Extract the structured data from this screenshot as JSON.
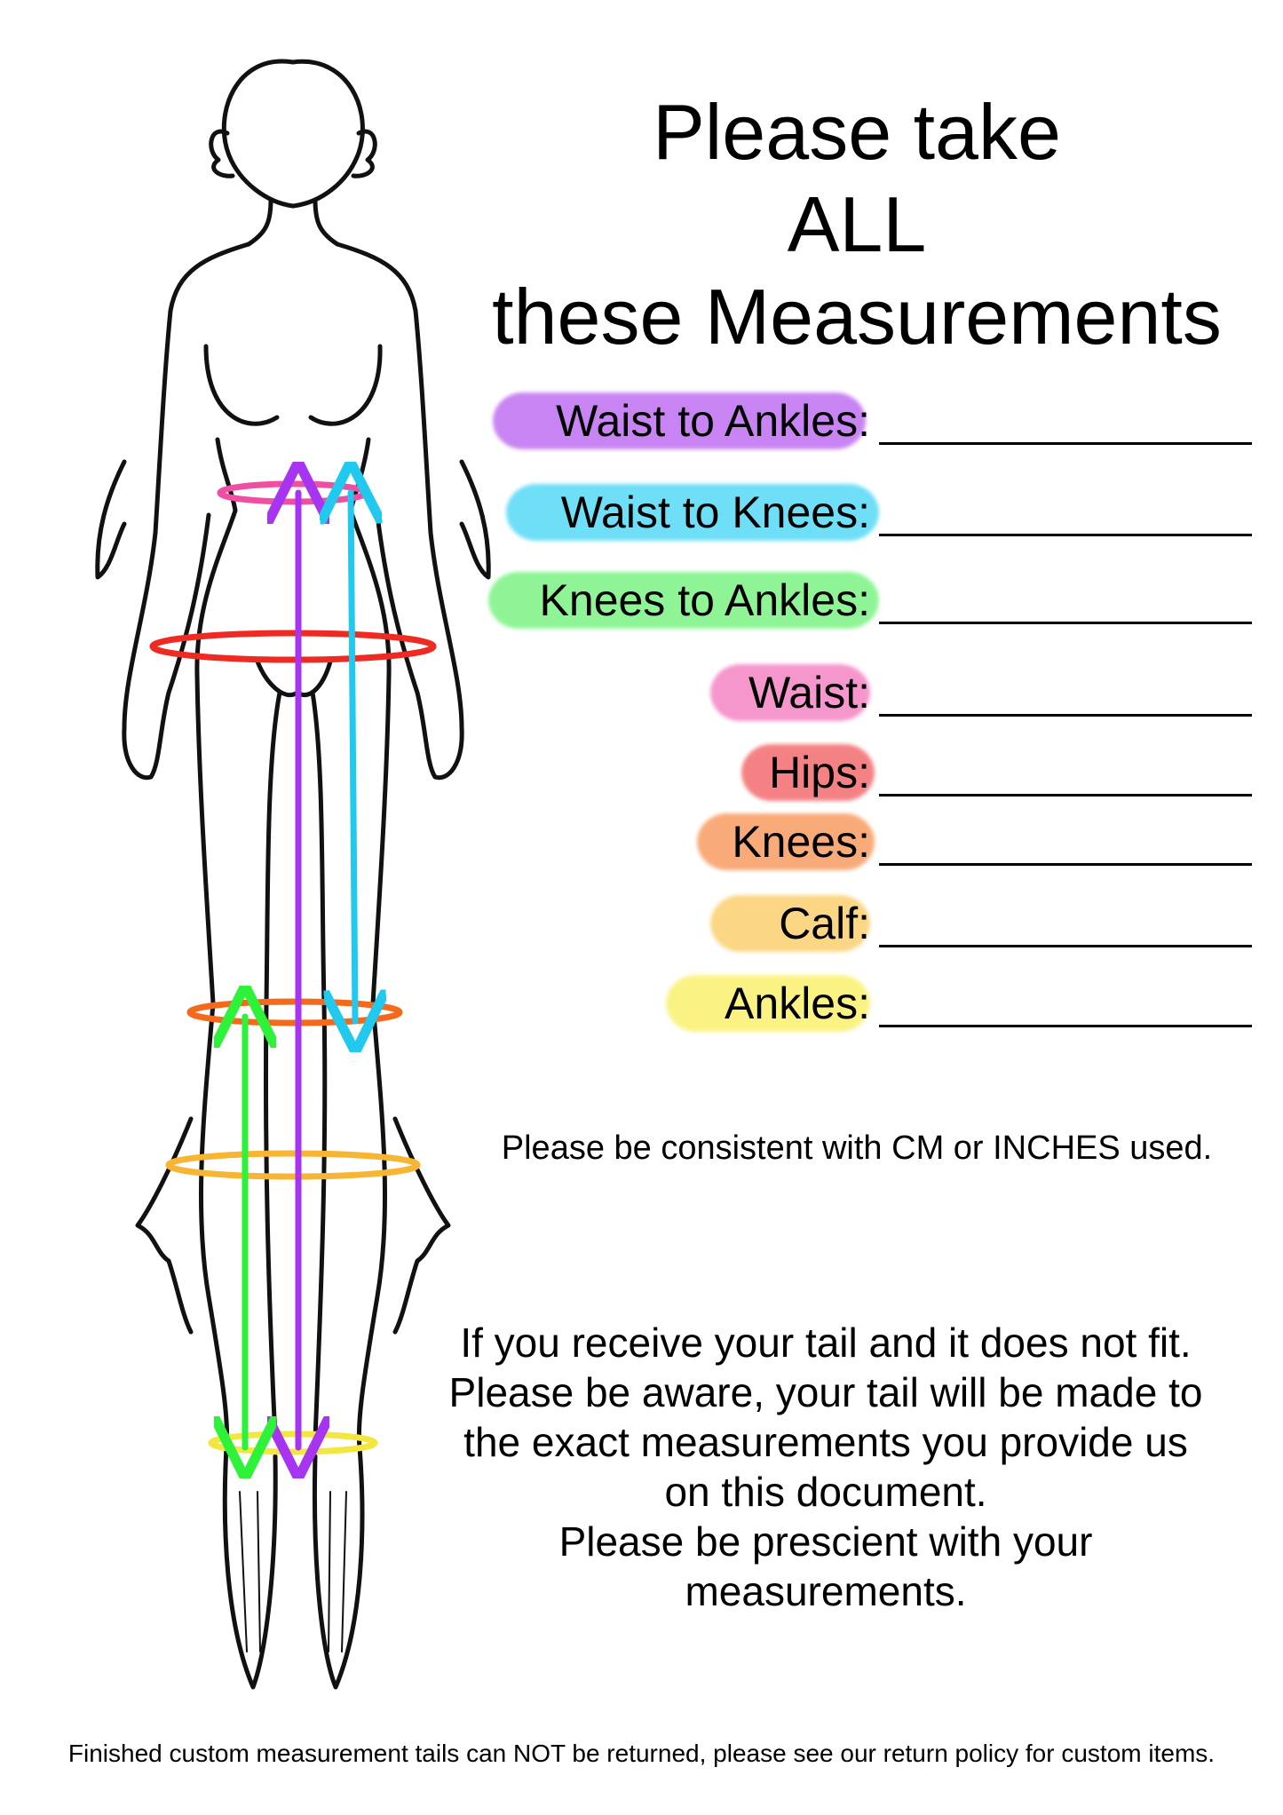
{
  "title_lines": [
    "Please take",
    "ALL",
    "these Measurements"
  ],
  "measurements": [
    {
      "label": "Waist to Ankles:",
      "color": "#c57af2"
    },
    {
      "label": "Waist to Knees:",
      "color": "#63dcf7"
    },
    {
      "label": "Knees to Ankles:",
      "color": "#86f48e"
    },
    {
      "label": "Waist:",
      "color": "#f58fc8"
    },
    {
      "label": "Hips:",
      "color": "#f4787a"
    },
    {
      "label": "Knees:",
      "color": "#f8a46e"
    },
    {
      "label": "Calf:",
      "color": "#fbd37a"
    },
    {
      "label": "Ankles:",
      "color": "#faf27a"
    }
  ],
  "units_note": "Please be consistent with CM or INCHES used.",
  "fit_note_lines": [
    "If you receive your tail and it does not fit.",
    "Please be aware, your tail will be made to",
    "the exact measurements you provide us",
    "on this document.",
    "Please be prescient with your",
    "measurements."
  ],
  "footer": "Finished custom measurement tails can NOT be returned, please see our return policy for custom items.",
  "figure_colors": {
    "waist_ring": "#ee4fa3",
    "hips_ring": "#ee2b22",
    "knees_ring": "#f46a1d",
    "calf_ring": "#f6b533",
    "ankles_ring": "#f3e640",
    "waist_to_ankles_arrow": "#a634f0",
    "waist_to_knees_arrow": "#22c9ee",
    "knees_to_ankles_arrow": "#2ef23a"
  }
}
